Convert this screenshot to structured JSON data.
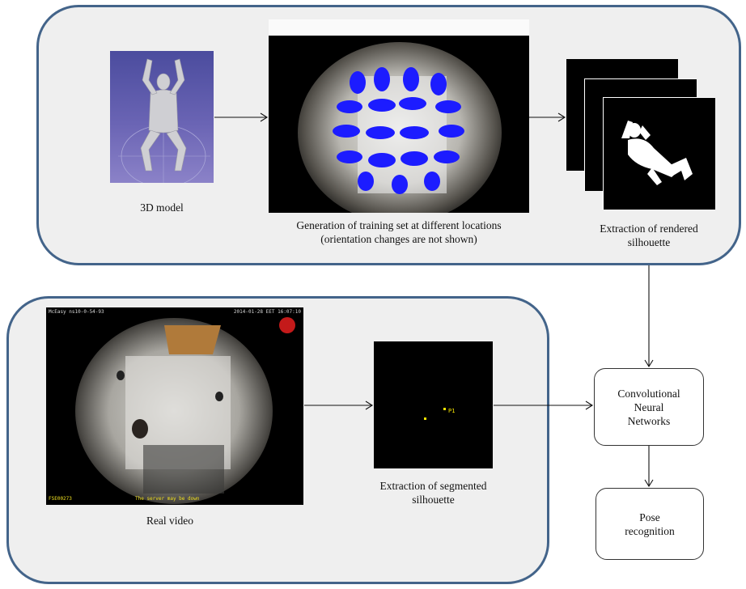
{
  "top_section": {
    "model_caption": "3D model",
    "training_caption_line1": "Generation of training set at different locations",
    "training_caption_line2": "(orientation changes are not shown)",
    "rendered_caption_line1": "Extraction of rendered",
    "rendered_caption_line2": "silhouette"
  },
  "bottom_section": {
    "video_caption": "Real video",
    "segmented_caption_line1": "Extraction of segmented",
    "segmented_caption_line2": "silhouette",
    "video_overlay_top_left": "McEasy ns10-0-54-93",
    "video_overlay_top_right": "2014-01-28 EET 16:07:10",
    "video_overlay_bottom_left": "FSE00273",
    "video_overlay_bottom_mid": "The server may be down",
    "segmented_label": "P1"
  },
  "nodes": {
    "cnn_line1": "Convolutional",
    "cnn_line2": "Neural",
    "cnn_line3": "Networks",
    "pose_line1": "Pose",
    "pose_line2": "recognition"
  },
  "colors": {
    "panel_fill": "#efefef",
    "panel_border": "#43648a",
    "model_background": "#5a56a8",
    "silhouette_blue": "#1c1cff",
    "segmented_point": "#f5e400"
  }
}
